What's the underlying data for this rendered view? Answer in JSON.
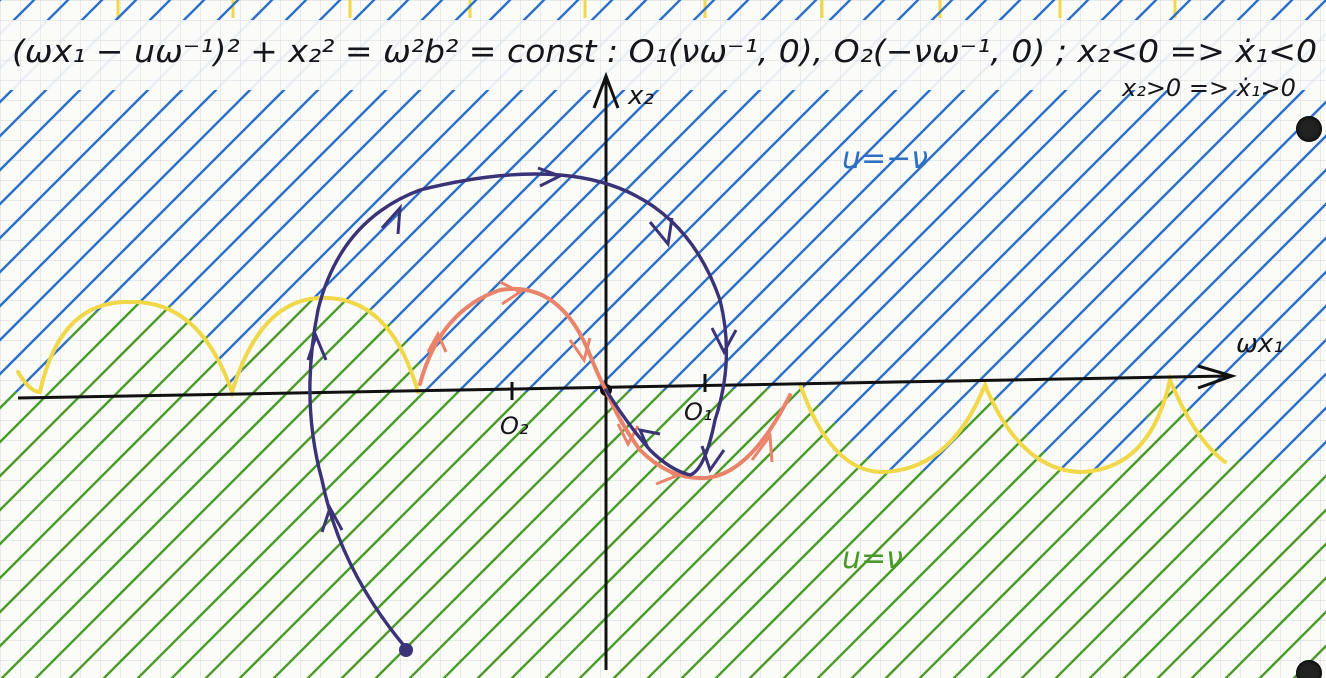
{
  "equation": "(ωx₁ − uω⁻¹)² + x₂² = ω²b² = const : O₁(νω⁻¹, 0), O₂(−νω⁻¹, 0) ; x₂<0 => ẋ₁<0",
  "condition_line2": "x₂>0 => ẋ₁>0",
  "axes": {
    "x_label": "ωx₁",
    "y_label": "x₂",
    "point_o1": "O₁",
    "point_o2": "O₂"
  },
  "regions": {
    "upper_label": "u=−ν",
    "lower_label": "u=ν"
  },
  "colors": {
    "upper_region": "#2d6fc4",
    "lower_region": "#4a9a2a",
    "switch_curve": "#f0d84a",
    "trajectory_dark": "#3a3378",
    "trajectory_orange": "#e9846a",
    "axis": "#111111",
    "grid": "#cfd3d8"
  },
  "icons": {
    "axis_arrow": "arrow-head-icon",
    "trajectory_arrow": "arrow-head-icon"
  }
}
